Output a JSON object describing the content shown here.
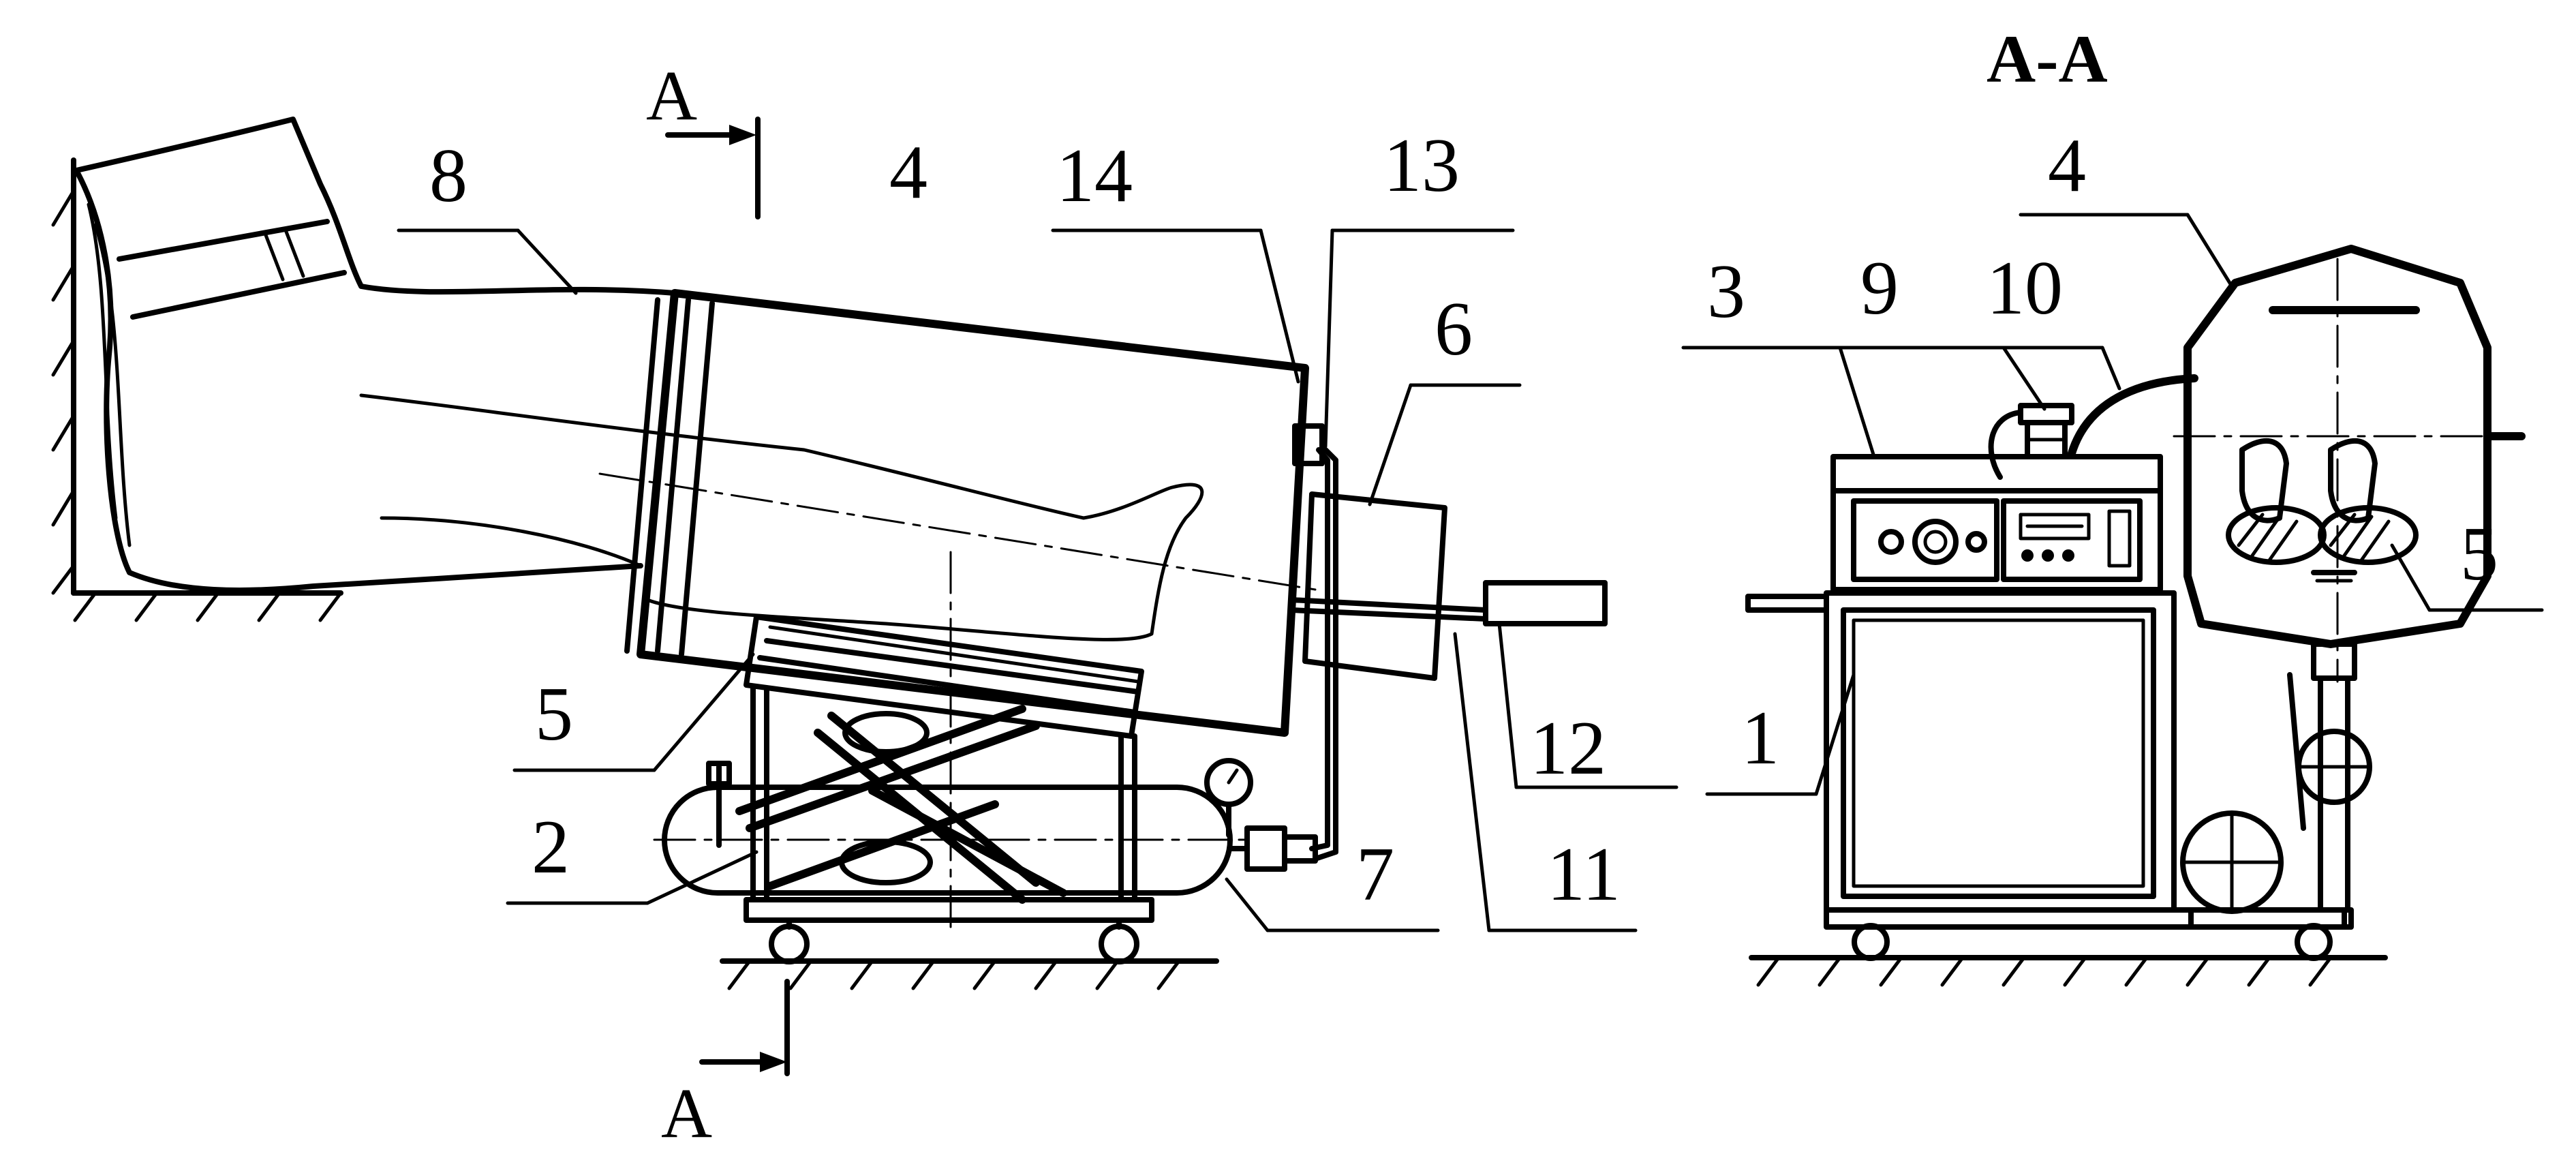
{
  "section_title": "A-A",
  "section_markers": [
    {
      "id": "top",
      "text": "A"
    },
    {
      "id": "bottom",
      "text": "A"
    }
  ],
  "side_view_labels": [
    {
      "id": "8",
      "text": "8"
    },
    {
      "id": "4",
      "text": "4"
    },
    {
      "id": "14",
      "text": "14"
    },
    {
      "id": "13",
      "text": "13"
    },
    {
      "id": "6",
      "text": "6"
    },
    {
      "id": "5",
      "text": "5"
    },
    {
      "id": "12",
      "text": "12"
    },
    {
      "id": "2",
      "text": "2"
    },
    {
      "id": "7",
      "text": "7"
    },
    {
      "id": "11",
      "text": "11"
    }
  ],
  "section_view_labels": [
    {
      "id": "4",
      "text": "4"
    },
    {
      "id": "3",
      "text": "3"
    },
    {
      "id": "9",
      "text": "9"
    },
    {
      "id": "10",
      "text": "10"
    },
    {
      "id": "5",
      "text": "5"
    },
    {
      "id": "1",
      "text": "1"
    }
  ]
}
